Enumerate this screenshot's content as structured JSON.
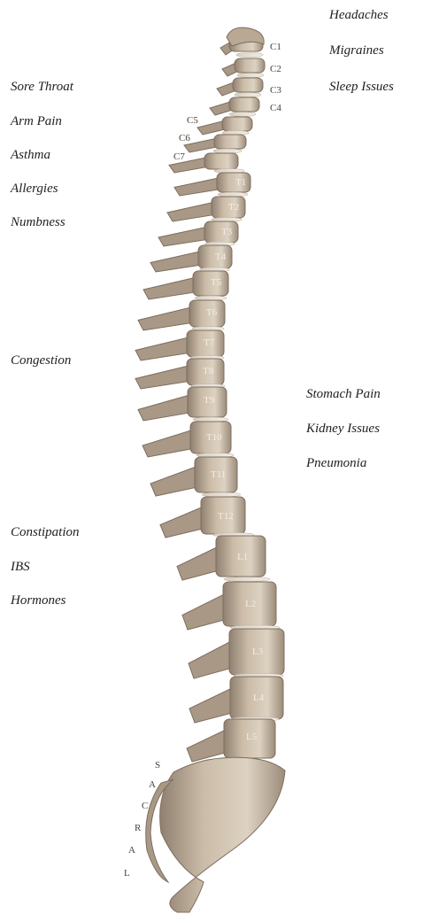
{
  "colors": {
    "bone": "#cbbca8",
    "bone_shadow": "#8f8070",
    "bone_light": "#e8e0d4",
    "text": "#1f1f1f",
    "label": "#4a4038"
  },
  "conditions": {
    "headaches": "Headaches",
    "migraines": "Migraines",
    "sleep_issues": "Sleep Issues",
    "sore_throat": "Sore Throat",
    "arm_pain": "Arm Pain",
    "asthma": "Asthma",
    "allergies": "Allergies",
    "numbness": "Numbness",
    "congestion": "Congestion",
    "stomach_pain": "Stomach Pain",
    "kidney_issues": "Kidney Issues",
    "pneumonia": "Pneumonia",
    "constipation": "Constipation",
    "ibs": "IBS",
    "hormones": "Hormones"
  },
  "cervical": [
    "C1",
    "C2",
    "C3",
    "C4",
    "C5",
    "C6",
    "C7"
  ],
  "thoracic": [
    "T1",
    "T2",
    "T3",
    "T4",
    "T5",
    "T6",
    "T7",
    "T8",
    "T9",
    "T10",
    "T11",
    "T12"
  ],
  "lumbar": [
    "L1",
    "L2",
    "L3",
    "L4",
    "L5"
  ],
  "sacral": [
    "S",
    "A",
    "C",
    "R",
    "A",
    "L"
  ]
}
